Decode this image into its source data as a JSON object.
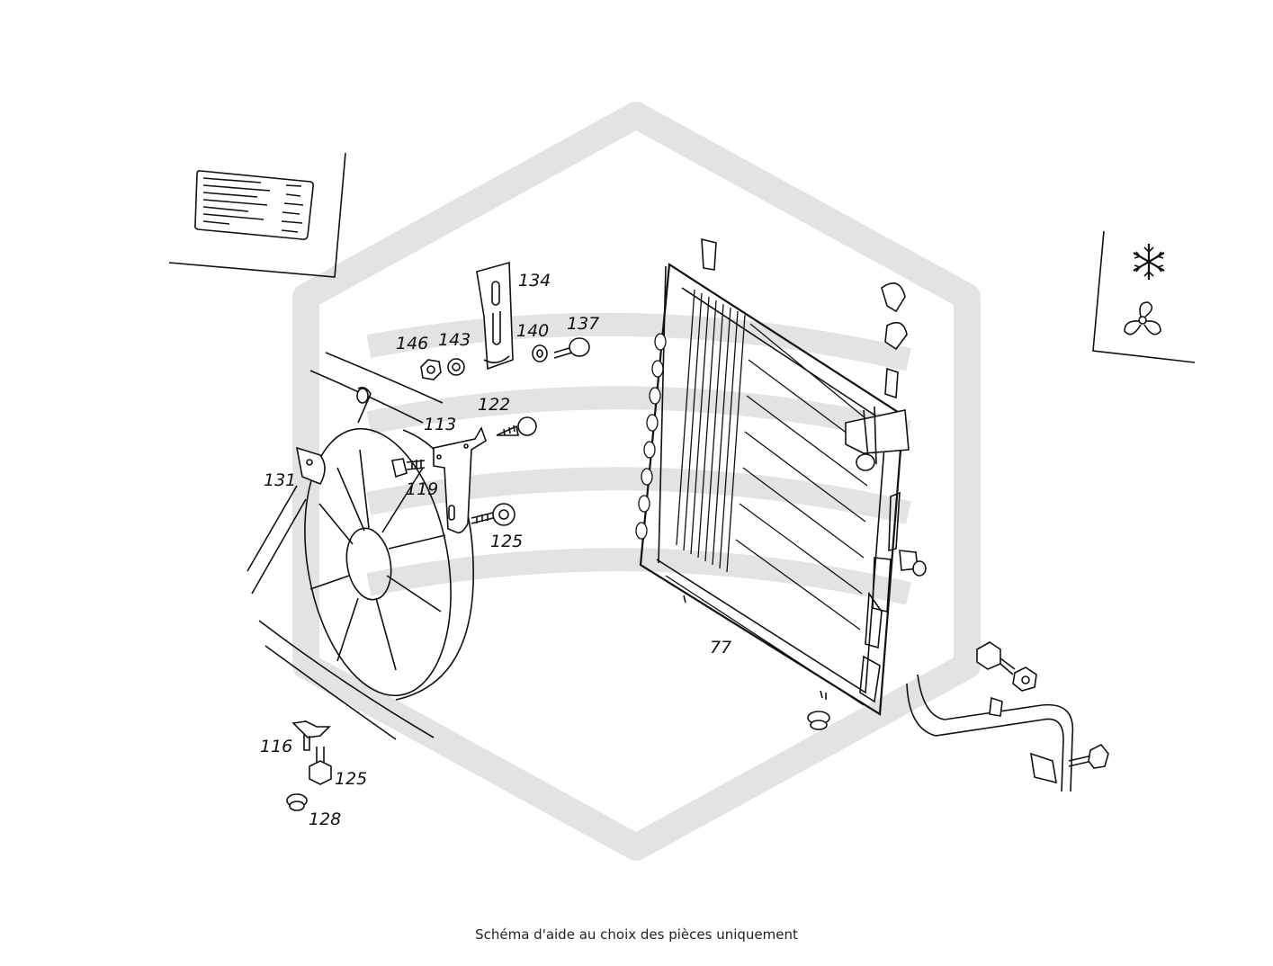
{
  "caption": "Schéma d'aide au choix des pièces uniquement",
  "watermark_color": "#e3e3e3",
  "line_color": "#111111",
  "icons": [
    "snowflake-icon",
    "fan-icon",
    "label-plate-icon"
  ],
  "labels": {
    "p134": "134",
    "p146": "146",
    "p143": "143",
    "p140": "140",
    "p137": "137",
    "p122": "122",
    "p113": "113",
    "p131": "131",
    "p119": "119",
    "p125a": "125",
    "p77": "77",
    "p116": "116",
    "p125b": "125",
    "p128": "128"
  }
}
